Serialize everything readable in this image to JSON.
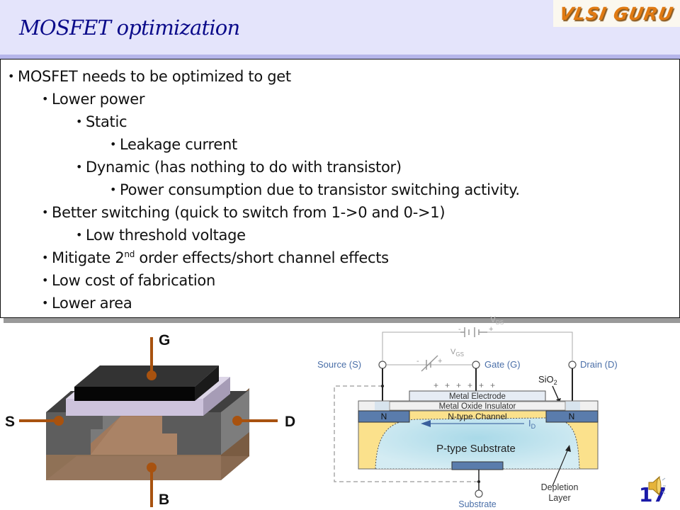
{
  "header": {
    "title": "MOSFET optimization",
    "logo_text": "VLSI GURU"
  },
  "bullets": [
    {
      "level": 0,
      "text": "MOSFET needs to be optimized to get"
    },
    {
      "level": 1,
      "text": "Lower power"
    },
    {
      "level": 2,
      "text": "Static"
    },
    {
      "level": 3,
      "text": "Leakage current"
    },
    {
      "level": 2,
      "text": "Dynamic (has nothing to do with transistor)"
    },
    {
      "level": 3,
      "text": "Power consumption due to transistor switching activity."
    },
    {
      "level": 1,
      "text": "Better switching (quick to switch from 1->0 and 0->1)"
    },
    {
      "level": 2,
      "text": "Low threshold voltage"
    },
    {
      "level": 1,
      "text_before": "Mitigate 2",
      "sup": "nd",
      "text_after": " order effects/short channel effects"
    },
    {
      "level": 1,
      "text": "Low cost of fabrication"
    },
    {
      "level": 1,
      "text": "Lower area"
    }
  ],
  "figure_3d": {
    "terminals": {
      "gate": "G",
      "source": "S",
      "drain": "D",
      "body": "B"
    }
  },
  "figure_cross_section": {
    "vds_label": "VDS",
    "vgs_label": "VGS",
    "source_label": "Source (S)",
    "gate_label": "Gate (G)",
    "drain_label": "Drain (D)",
    "sio2_label": "SiO2",
    "metal_electrode": "Metal Electrode",
    "oxide_insulator": "Metal Oxide Insulator",
    "n_left": "N",
    "n_right": "N",
    "channel": "N-type Channel",
    "current": "ID",
    "substrate_region": "P-type Substrate",
    "substrate_terminal": "Substrate",
    "depletion_line1": "Depletion",
    "depletion_line2": "Layer"
  },
  "footer": {
    "page_number": "17",
    "audio_icon": "speaker-icon"
  },
  "colors": {
    "title": "#0b0b8a",
    "header_bg": "#e4e4fb",
    "logo_orange": "#e07a12",
    "terminal_wire": "#a8520f",
    "label_blue": "#4a6fa8"
  }
}
